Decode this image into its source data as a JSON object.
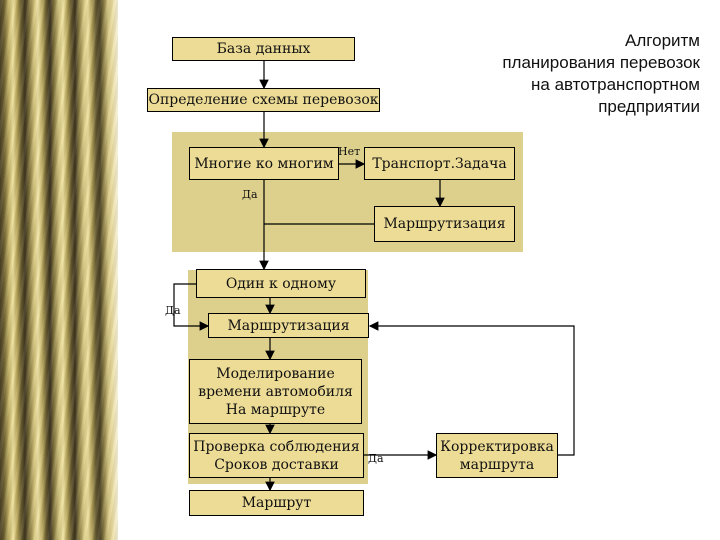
{
  "title": "Алгоритм\nпланирования перевозок\nна автотранспортном\nпредприятии",
  "nodes": {
    "database": "База данных",
    "scheme": "Определение схемы перевозок",
    "many_to_many": "Многие ко многим",
    "transport_task": "Транспорт.Задача",
    "routing_1": "Маршрутизация",
    "one_to_one": "Один к одному",
    "routing_2": "Маршрутизация",
    "modeling": "Моделирование\nвремени автомобиля\nНа маршруте",
    "check": "Проверка соблюдения\nСроков доставки",
    "correction": "Корректировка\nмаршрута",
    "route": "Маршрут"
  },
  "labels": {
    "no": "Нет",
    "yes_1": "Да",
    "yes_2": "Да",
    "yes_3": "Да"
  }
}
